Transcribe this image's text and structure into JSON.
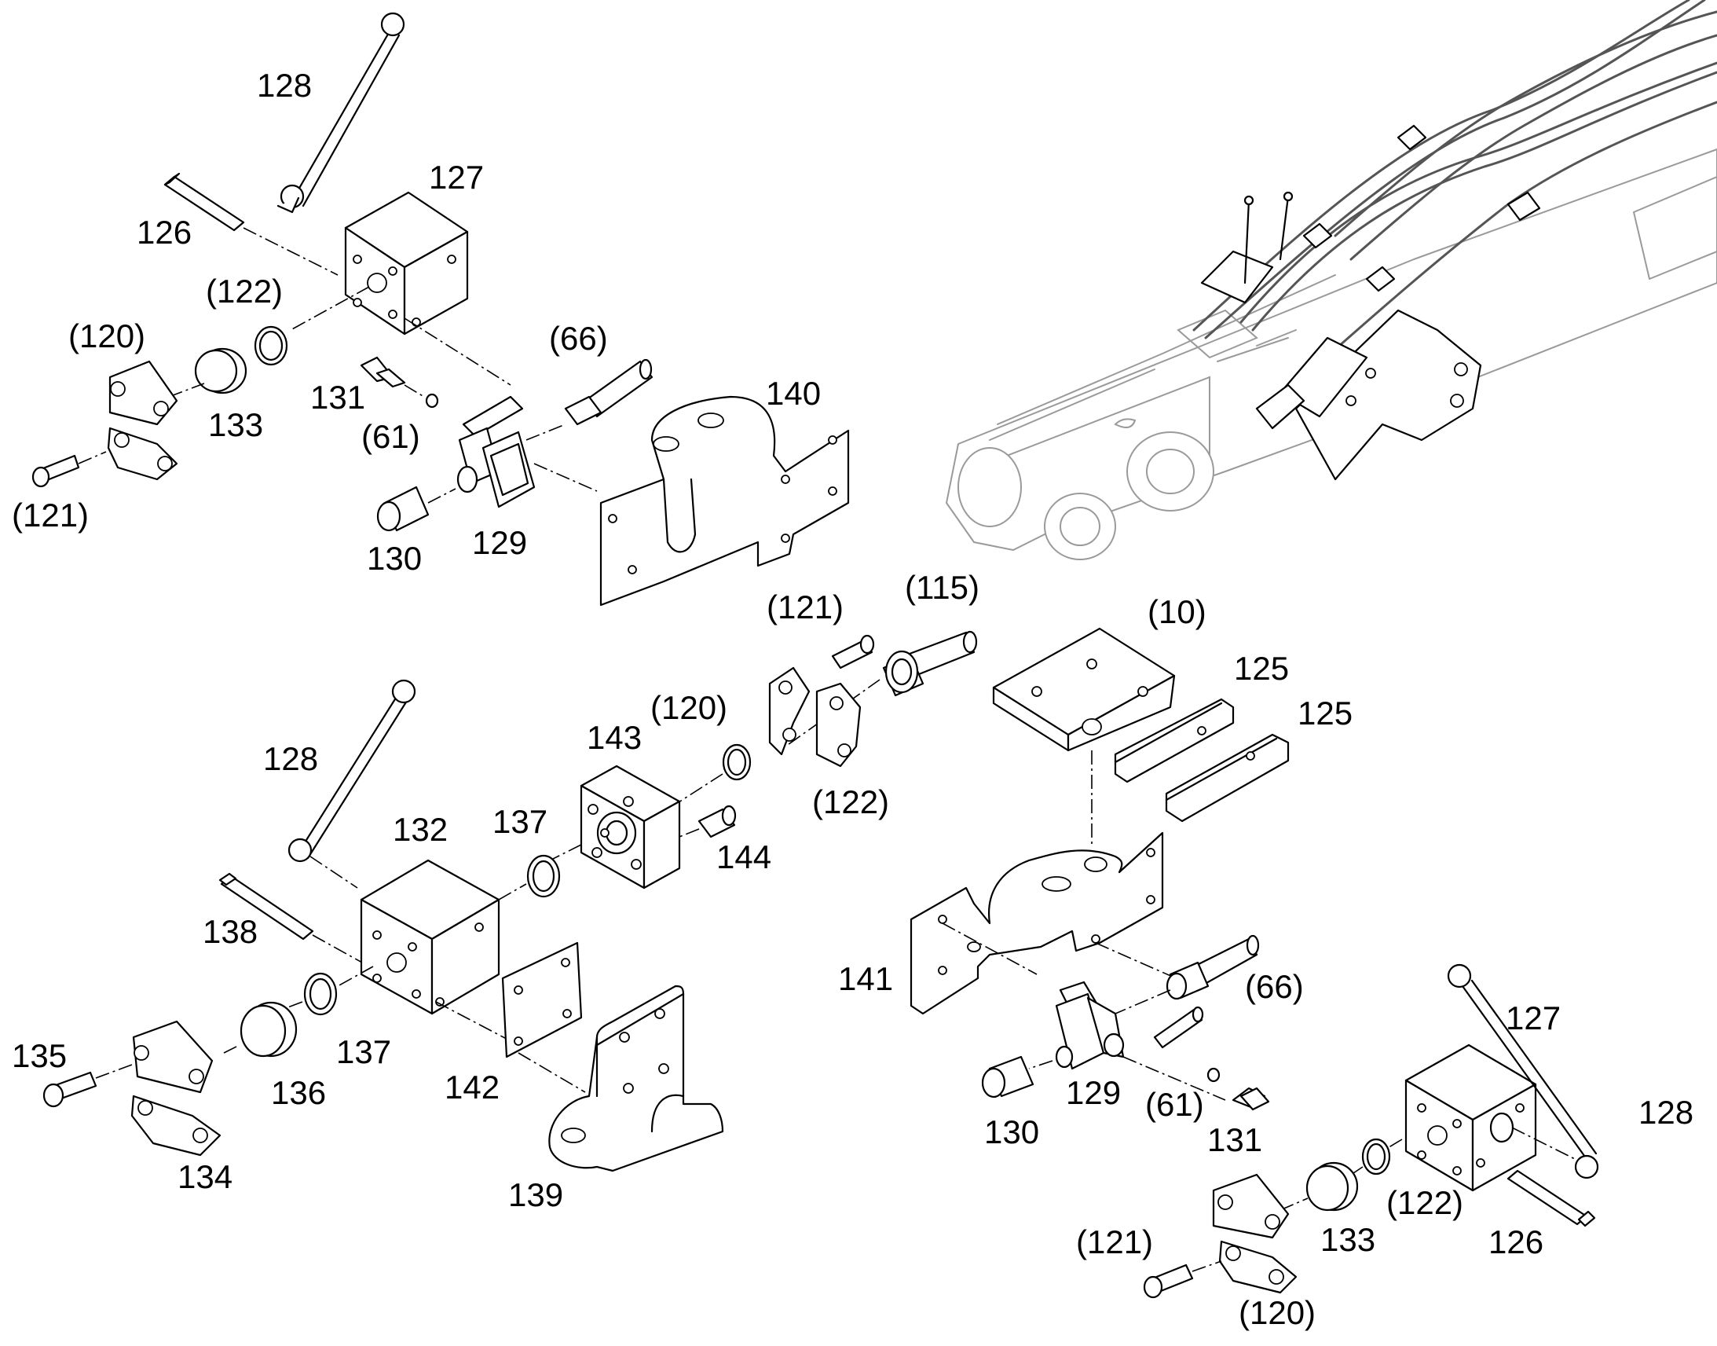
{
  "labels": {
    "l128a": "128",
    "l127a": "127",
    "l126a": "126",
    "l122a": "(122)",
    "l120a": "(120)",
    "l133a": "133",
    "l121a": "(121)",
    "l131a": "131",
    "l61a": "(61)",
    "l66a": "(66)",
    "l140": "140",
    "l130a": "130",
    "l129a": "129",
    "l121b": "(121)",
    "l115": "(115)",
    "l10": "(10)",
    "l125a": "125",
    "l125b": "125",
    "l120b": "(120)",
    "l143": "143",
    "l122b": "(122)",
    "l144": "144",
    "l128b": "128",
    "l132": "132",
    "l137a": "137",
    "l138": "138",
    "l141": "141",
    "l66b": "(66)",
    "l127b": "127",
    "l135": "135",
    "l137b": "137",
    "l136": "136",
    "l142": "142",
    "l134": "134",
    "l139": "139",
    "l129b": "129",
    "l61b": "(61)",
    "l130b": "130",
    "l131b": "131",
    "l128c": "128",
    "l122c": "(122)",
    "l133b": "133",
    "l126b": "126",
    "l121c": "(121)",
    "l120c": "(120)"
  }
}
